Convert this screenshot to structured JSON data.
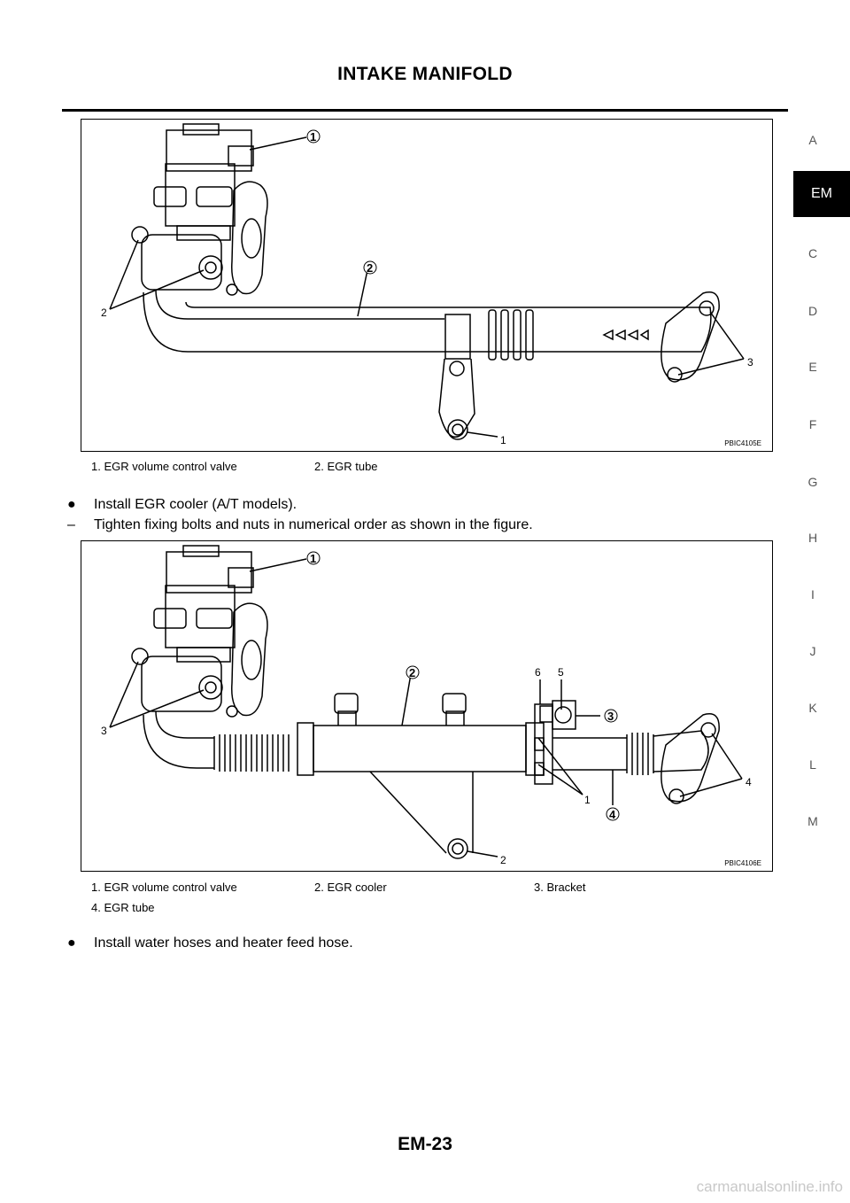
{
  "header": {
    "title": "INTAKE MANIFOLD"
  },
  "side_tabs": [
    "A",
    "EM",
    "C",
    "D",
    "E",
    "F",
    "G",
    "H",
    "I",
    "J",
    "K",
    "L",
    "M"
  ],
  "active_tab": "EM",
  "figure1": {
    "code": "PBIC4105E",
    "callouts": {
      "c1": "1",
      "c2": "2",
      "l2": "2",
      "l3": "3",
      "l1": "1"
    },
    "legend": [
      "1.   EGR volume control valve",
      "2.   EGR tube"
    ]
  },
  "steps": {
    "bullet1": "Install EGR cooler (A/T models).",
    "sub1": "Tighten fixing bolts and nuts in numerical order as shown in the figure.",
    "bullet2": "Install water hoses and heater feed hose."
  },
  "figure2": {
    "code": "PBIC4106E",
    "callouts": {
      "c1": "1",
      "c2": "2",
      "c3": "3",
      "c4": "4",
      "l3": "3",
      "l6": "6",
      "l5": "5",
      "l1": "1",
      "l4": "4",
      "l2": "2"
    },
    "legend": [
      "1.   EGR volume control valve",
      "2.   EGR cooler",
      "3.   Bracket",
      "4.   EGR tube"
    ]
  },
  "footer": {
    "page": "EM-23"
  },
  "watermark": "carmanualsonline.info",
  "colors": {
    "ink": "#000000",
    "tab_bg": "#000000",
    "tab_text": "#ffffff",
    "watermark": "#c8c8c8"
  }
}
